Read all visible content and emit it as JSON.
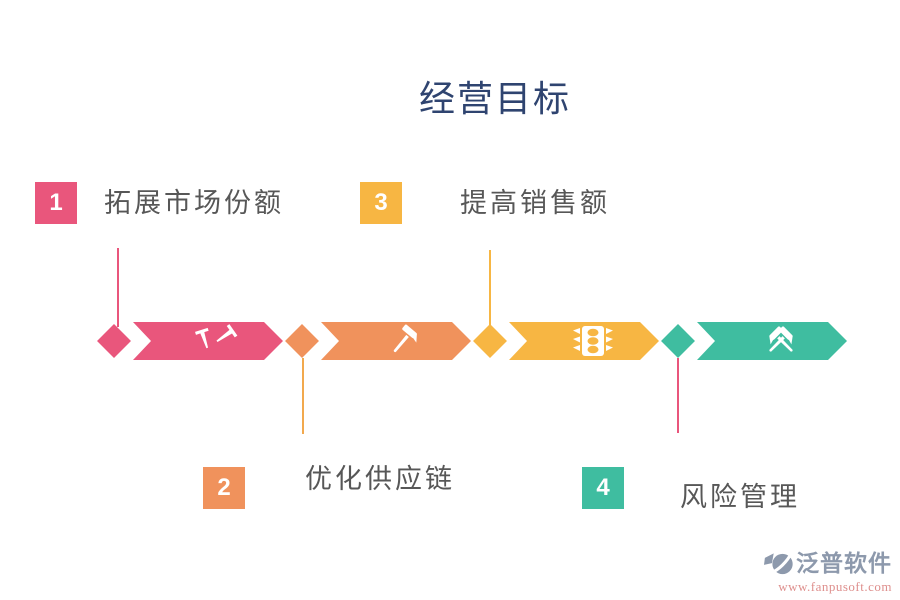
{
  "title": "经营目标",
  "title_color": "#2F4470",
  "text_color": "#575757",
  "goals": [
    {
      "number": "1",
      "label": "拓展市场份额",
      "color": "#E9567C",
      "icon": "pushpins-icon",
      "connector_color": "#E9567C",
      "label_position": "top"
    },
    {
      "number": "2",
      "label": "优化供应链",
      "color": "#F0925C",
      "icon": "hammer-icon",
      "connector_color": "#F2A94E",
      "label_position": "bottom"
    },
    {
      "number": "3",
      "label": "提高销售额",
      "color": "#F7B643",
      "icon": "traffic-light-icon",
      "connector_color": "#F7B643",
      "label_position": "top"
    },
    {
      "number": "4",
      "label": "风险管理",
      "color": "#3FBDA0",
      "icon": "crossed-hammers-icon",
      "connector_color": "#E9567C",
      "label_position": "bottom"
    }
  ],
  "footer": {
    "brand": "泛普软件",
    "website": "www.fanpusoft.com",
    "brand_color": "#8D99AC",
    "website_color": "#DE8F8D"
  }
}
